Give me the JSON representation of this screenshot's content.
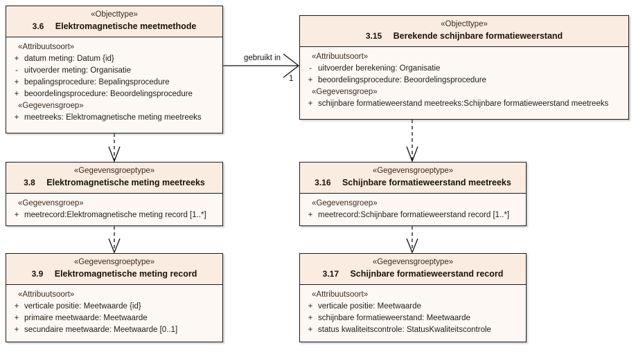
{
  "diagram": {
    "type": "uml-class-diagram",
    "background_color": "#ffffff",
    "class_fill_header": "#fbece1",
    "class_fill_body": "#fdf8f4",
    "border_color": "#1a1a1a"
  },
  "classes": {
    "elektromagnetische_meetmethode": {
      "stereotype": "«Objecttype»",
      "number": "3.6",
      "name": "Elektromagnetische meetmethode",
      "compartments": [
        {
          "group": "«Attribuutsoort»",
          "attributes": [
            {
              "visibility": "+",
              "text": "datum meting: Datum {id}"
            },
            {
              "visibility": "-",
              "text": "uitvoerder meting: Organisatie"
            },
            {
              "visibility": "+",
              "text": "bepalingsprocedure: Bepalingsprocedure"
            },
            {
              "visibility": "+",
              "text": "beoordelingsprocedure: Beoordelingsprocedure"
            }
          ]
        },
        {
          "group": "«Gegevensgroep»",
          "attributes": [
            {
              "visibility": "+",
              "text": "meetreeks: Elektromagnetische meting meetreeks"
            }
          ]
        }
      ]
    },
    "berekende_schijnbare_formatieweerstand": {
      "stereotype": "«Objecttype»",
      "number": "3.15",
      "name": "Berekende schijnbare formatieweerstand",
      "compartments": [
        {
          "group": "«Attribuutsoort»",
          "attributes": [
            {
              "visibility": "-",
              "text": "uitvoerder berekening: Organisatie"
            },
            {
              "visibility": "+",
              "text": "beoordelingsprocedure: Beoordelingsprocedure"
            }
          ]
        },
        {
          "group": "«Gegevensgroep»",
          "attributes": [
            {
              "visibility": "+",
              "text": "schijnbare formatieweerstand meetreeks:Schijnbare formatieweerstand meetreeks"
            }
          ]
        }
      ]
    },
    "elektromagnetische_meting_meetreeks": {
      "stereotype": "«Gegevensgroeptype»",
      "number": "3.8",
      "name": "Elektromagnetische meting meetreeks",
      "compartments": [
        {
          "group": "«Gegevensgroep»",
          "attributes": [
            {
              "visibility": "+",
              "text": "meetrecord:Elektromagnetische meting record [1..*]"
            }
          ]
        }
      ]
    },
    "schijnbare_formatieweerstand_meetreeks": {
      "stereotype": "«Gegevensgroeptype»",
      "number": "3.16",
      "name": "Schijnbare formatieweerstand meetreeks",
      "compartments": [
        {
          "group": "«Gegevensgroep»",
          "attributes": [
            {
              "visibility": "+",
              "text": "meetrecord:Schijnbare formatieweerstand record [1..*]"
            }
          ]
        }
      ]
    },
    "elektromagnetische_meting_record": {
      "stereotype": "«Gegevensgroeptype»",
      "number": "3.9",
      "name": "Elektromagnetische meting record",
      "compartments": [
        {
          "group": "«Attribuutsoort»",
          "attributes": [
            {
              "visibility": "+",
              "text": "verticale positie: Meetwaarde {id}"
            },
            {
              "visibility": "+",
              "text": "primaire meetwaarde: Meetwaarde"
            },
            {
              "visibility": "+",
              "text": "secundaire meetwaarde: Meetwaarde [0..1]"
            }
          ]
        }
      ]
    },
    "schijnbare_formatieweerstand_record": {
      "stereotype": "«Gegevensgroeptype»",
      "number": "3.17",
      "name": "Schijnbare formatieweerstand record",
      "compartments": [
        {
          "group": "«Attribuutsoort»",
          "attributes": [
            {
              "visibility": "+",
              "text": "verticale positie: Meetwaarde"
            },
            {
              "visibility": "+",
              "text": "schijnbare formatieweerstand: Meetwaarde"
            },
            {
              "visibility": "+",
              "text": "status kwaliteitscontrole: StatusKwaliteitscontrole"
            }
          ]
        }
      ]
    }
  },
  "connectors": {
    "association_gebruikt_in": {
      "label": "gebruikt in",
      "multiplicity_target": "1",
      "style": "solid-open-arrow",
      "from": "elektromagnetische_meetmethode",
      "to": "berekende_schijnbare_formatieweerstand"
    },
    "dep_meetmethode_to_meetreeks": {
      "style": "dashed-open-arrow",
      "from": "elektromagnetische_meetmethode",
      "to": "elektromagnetische_meting_meetreeks"
    },
    "dep_meetreeks_to_record": {
      "style": "dashed-open-arrow",
      "from": "elektromagnetische_meting_meetreeks",
      "to": "elektromagnetische_meting_record"
    },
    "dep_berekende_to_meetreeks": {
      "style": "dashed-open-arrow",
      "from": "berekende_schijnbare_formatieweerstand",
      "to": "schijnbare_formatieweerstand_meetreeks"
    },
    "dep_sfw_meetreeks_to_record": {
      "style": "dashed-open-arrow",
      "from": "schijnbare_formatieweerstand_meetreeks",
      "to": "schijnbare_formatieweerstand_record"
    }
  }
}
